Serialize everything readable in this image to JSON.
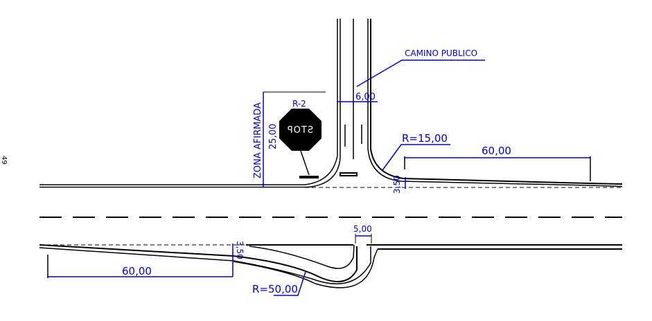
{
  "page_number": "49",
  "labels": {
    "camino_publico": "CAMINO PUBLICO",
    "side_road_width": "6,00",
    "radius_top": "R=15,00",
    "taper_top_length": "60,00",
    "lane_width_top": "3,50",
    "zona_afirmada": "ZONA AFIRMADA",
    "zona_length": "25,00",
    "sign_code": "R-2",
    "sign_text": "STOP",
    "gap_width": "5,00",
    "lane_width_bottom": "3,50",
    "taper_bottom_length": "60,00",
    "radius_bottom": "R=50,00"
  },
  "colors": {
    "dimension": "#0000d0",
    "drawing": "#000000"
  }
}
